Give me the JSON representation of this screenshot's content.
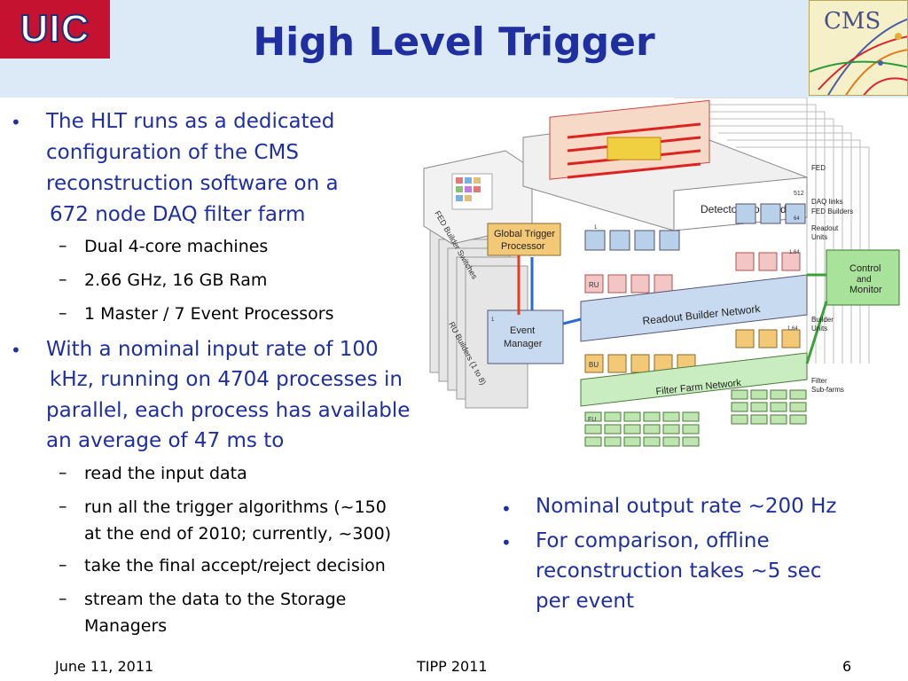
{
  "header": {
    "title": "High Level Trigger",
    "left_logo_text": "UIC",
    "right_logo_text": "CMS"
  },
  "bullets": [
    {
      "lines": [
        "The HLT runs as a dedicated",
        "configuration of the CMS",
        "reconstruction software on a",
        "672 node DAQ filter farm"
      ],
      "subs": [
        {
          "lines": [
            "Dual 4-core machines"
          ]
        },
        {
          "lines": [
            "2.66 GHz, 16 GB Ram"
          ]
        },
        {
          "lines": [
            "1 Master / 7 Event Processors"
          ]
        }
      ]
    },
    {
      "lines": [
        "With a nominal input rate of 100",
        "kHz, running on 4704 processes in",
        "parallel, each process has available",
        "an average of 47 ms to"
      ],
      "subs": [
        {
          "lines": [
            "read the input data"
          ]
        },
        {
          "lines": [
            "run all the trigger algorithms (~150",
            "at the end of 2010; currently, ~300)"
          ]
        },
        {
          "lines": [
            "take the final accept/reject decision"
          ]
        },
        {
          "lines": [
            "stream the data to the Storage",
            "Managers"
          ]
        }
      ]
    }
  ],
  "right_bullets": [
    {
      "lines": [
        "Nominal output rate ~200 Hz"
      ]
    },
    {
      "lines": [
        "For comparison, offline",
        "reconstruction takes ~5 sec",
        "per event"
      ]
    }
  ],
  "diagram": {
    "detector_frontends": "Detector Frontends",
    "global_trigger": [
      "Global Trigger",
      "Processor"
    ],
    "fed_builder_switches": "FED Builder Switches",
    "readout_builder_network": "Readout Builder Network",
    "event_manager": [
      "Event",
      "Manager"
    ],
    "filter_farm_network": "Filter Farm Network",
    "control_monitor": [
      "Control",
      "and",
      "Monitor"
    ],
    "ru_builders": "RU Builders (1 to 8)",
    "side_labels": [
      "FED",
      "DAQ links",
      "FED Builders",
      "Readout",
      "Units",
      "Builder",
      "Units",
      "Filter",
      "Sub-farms"
    ],
    "box_labels": {
      "ru": "RU",
      "bu": "BU",
      "fu": "FU"
    },
    "numbers": {
      "n512": "512",
      "n64": "64",
      "n184": "1,64",
      "n1": "1",
      "n1a": "1",
      "n184b": "1,64"
    }
  },
  "footer": {
    "date": "June 11, 2011",
    "event": "TIPP 2011",
    "page": "6"
  }
}
